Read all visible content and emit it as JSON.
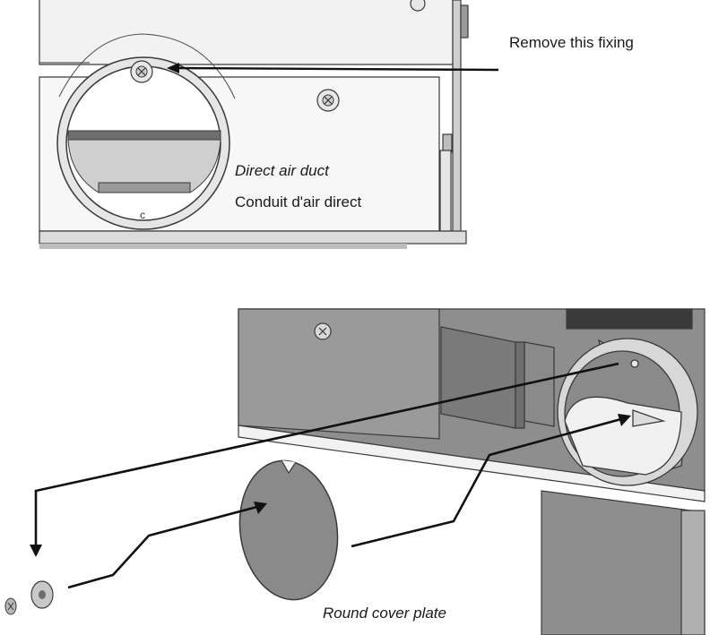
{
  "labels": {
    "remove_fixing": "Remove this fixing",
    "direct_air_duct_en": "Direct air duct",
    "direct_air_duct_fr": "Conduit d'air direct",
    "round_cover_plate": "Round cover plate"
  },
  "colors": {
    "panel": "#efefef",
    "panel_mid": "#d6d6d6",
    "panel_dark": "#8e8e8e",
    "outline": "#3a3a3a",
    "arrow": "#111111",
    "plate": "#8a8a8a"
  }
}
